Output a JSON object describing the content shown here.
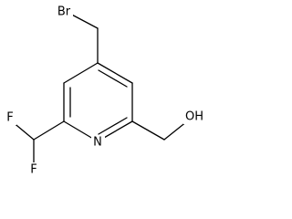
{
  "molecule": {
    "atoms": {
      "bromine": "Br",
      "ring_nitrogen": "N",
      "fluorine_top": "F",
      "fluorine_bottom": "F",
      "hydroxyl": "OH"
    }
  }
}
